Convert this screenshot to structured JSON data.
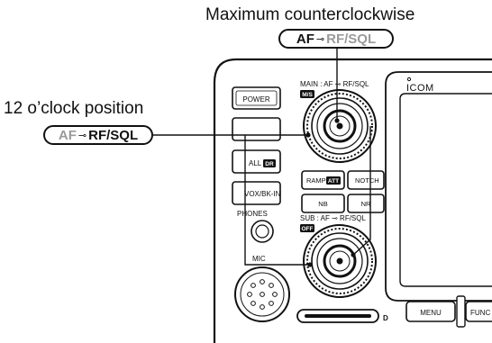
{
  "callouts": {
    "top": {
      "title": "Maximum counterclockwise",
      "pill": {
        "left": "AF",
        "symbol": "⊸",
        "right": "RF/SQL"
      }
    },
    "left": {
      "title": "12 o’clock position",
      "pill": {
        "left": "AF",
        "symbol": "⊸",
        "right": "RF/SQL"
      }
    }
  },
  "panel": {
    "buttons": {
      "power": "POWER",
      "all_dr": "ALL",
      "dr_badge": "DR",
      "vox": "VOX/BK-IN",
      "ramp": "RAMP",
      "att_badge": "ATT",
      "notch": "NOTCH",
      "nb": "NB",
      "nr": "NR",
      "menu": "MENU",
      "func": "FUNC"
    },
    "labels": {
      "main_knob": "MAIN : AF ⊸ RF/SQL",
      "ms_badge": "M/S",
      "sub_knob": "SUB : AF ⊸ RF/SQL",
      "off_badge": "OFF",
      "phones": "PHONES",
      "mic": "MIC",
      "brand": "ICOM",
      "card_slot_mark": "D"
    }
  }
}
